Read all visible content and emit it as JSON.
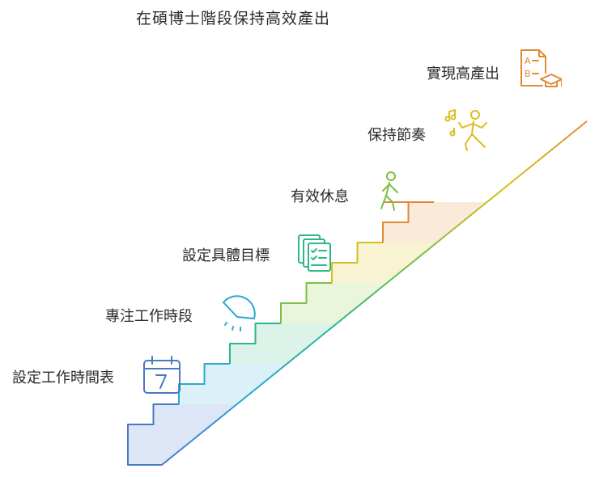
{
  "title": "在碩博士階段保持高效產出",
  "steps": [
    {
      "label": "設定工作時間表",
      "icon": "calendar-icon",
      "color": "#4A78C2",
      "fill": "#dde6f7"
    },
    {
      "label": "專注工作時段",
      "icon": "timer-icon",
      "color": "#2BA8D6",
      "fill": "#dcf0f8"
    },
    {
      "label": "設定具體目標",
      "icon": "checklist-icon",
      "color": "#2FB58A",
      "fill": "#dbf3e8"
    },
    {
      "label": "有效休息",
      "icon": "walking-person-icon",
      "color": "#7CC043",
      "fill": "#eaf5dc"
    },
    {
      "label": "保持節奏",
      "icon": "dancing-person-icon",
      "color": "#D9BE1F",
      "fill": "#f8f3d3"
    },
    {
      "label": "實現高產出",
      "icon": "graduation-test-icon",
      "color": "#E08A32",
      "fill": "#fbe9d9"
    }
  ]
}
